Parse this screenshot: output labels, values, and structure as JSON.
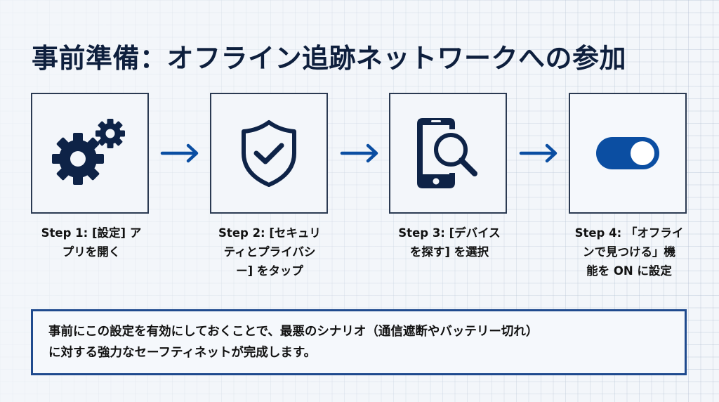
{
  "title": "事前準備：オフライン追跡ネットワークへの参加",
  "colors": {
    "navy": "#0e2347",
    "accent_blue": "#0b4ea2",
    "box_border": "#2b3a52",
    "note_border": "#1f4a8e",
    "background": "#f3f6fa"
  },
  "steps": [
    {
      "icon": "gears-icon",
      "label_lines": [
        "Step 1: [設定] ア",
        "プリを開く"
      ]
    },
    {
      "icon": "shield-check-icon",
      "label_lines": [
        "Step 2: [セキュリ",
        "ティとプライバシ",
        "ー] をタップ"
      ]
    },
    {
      "icon": "phone-search-icon",
      "label_lines": [
        "Step 3: [デバイス",
        "を探す] を選択"
      ]
    },
    {
      "icon": "toggle-on-icon",
      "label_lines": [
        "Step 4: 「オフライ",
        "ンで見つける」機",
        "能を ON に設定"
      ]
    }
  ],
  "arrows": [
    "arrow-right-icon",
    "arrow-right-icon",
    "arrow-right-icon"
  ],
  "toggle": {
    "state": "on"
  },
  "note": {
    "lines": [
      "事前にこの設定を有効にしておくことで、最悪のシナリオ（通信遮断やバッテリー切れ）",
      "に対する強力なセーフティネットが完成します。"
    ]
  }
}
